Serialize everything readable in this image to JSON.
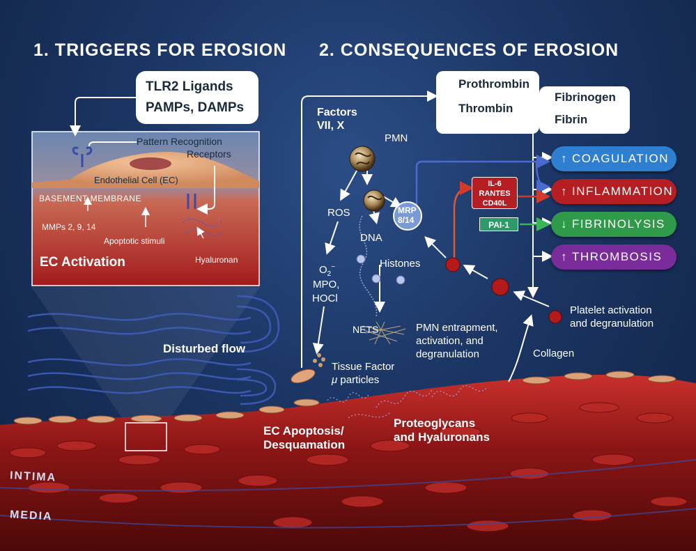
{
  "headers": {
    "triggers": "1. TRIGGERS FOR EROSION",
    "consequences": "2. CONSEQUENCES OF EROSION"
  },
  "tlr_box": {
    "line1": "TLR2 Ligands",
    "line2": "PAMPs, DAMPs"
  },
  "inset": {
    "prr_line1": "Pattern Recognition",
    "prr_line2": "Receptors",
    "endothelial_cell": "Endothelial Cell (EC)",
    "basement_membrane": "BASEMENT MEMBRANE",
    "mmps": "MMPs 2, 9, 14",
    "apoptotic": "Apoptotic stimuli",
    "hyaluronan": "Hyaluronan",
    "ec_activation": "EC Activation"
  },
  "coag_box": {
    "prothrombin": "Prothrombin",
    "thrombin": "Thrombin",
    "fibrinogen": "Fibrinogen",
    "fibrin": "Fibrin"
  },
  "factors": {
    "line1": "Factors",
    "line2": "VII, X"
  },
  "labels": {
    "pmn": "PMN",
    "ros": "ROS",
    "dna": "DNA",
    "mrp_line1": "MRP",
    "mrp_line2": "8/14",
    "histones": "Histones",
    "o2": "O",
    "o2_sub": "2",
    "o2_sup": "−",
    "mpo": "MPO,",
    "hocl": "HOCl",
    "nets": "NETS",
    "pmn_entrap_1": "PMN entrapment,",
    "pmn_entrap_2": "activation, and",
    "pmn_entrap_3": "degranulation",
    "tissue_factor": "Tissue Factor",
    "mu_particles_mu": "μ",
    "mu_particles": " particles",
    "disturbed_flow": "Disturbed flow",
    "platelet_1": "Platelet activation",
    "platelet_2": "and degranulation",
    "collagen": "Collagen",
    "ec_apop_1": "EC Apoptosis/",
    "ec_apop_2": "Desquamation",
    "proteo_1": "Proteoglycans",
    "proteo_2": "and Hyaluronans",
    "intima": "INTIMA",
    "media": "MEDIA"
  },
  "cytokines": {
    "il6": "IL-6",
    "rantes": "RANTES",
    "cd40l": "CD40L"
  },
  "pai": "PAI-1",
  "outcomes": [
    {
      "arrow": "↑",
      "label": "COAGULATION",
      "color": "#2f7fd0"
    },
    {
      "arrow": "↑",
      "label": "INFLAMMATION",
      "color": "#b51f24"
    },
    {
      "arrow": "↓",
      "label": "FIBRINOLYSIS",
      "color": "#2e9a4a"
    },
    {
      "arrow": "↑",
      "label": "THROMBOSIS",
      "color": "#7a2c9a"
    }
  ]
}
